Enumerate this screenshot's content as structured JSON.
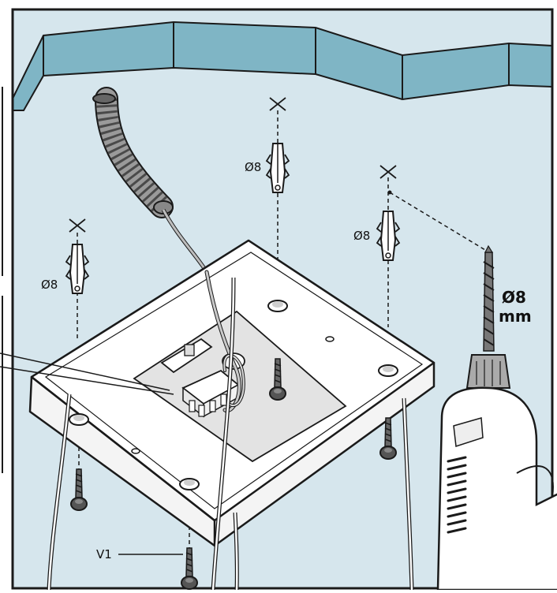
{
  "labels": {
    "plug_left": "Ø8",
    "plug_top": "Ø8",
    "plug_right": "Ø8",
    "drill_size": "Ø8",
    "drill_unit": "mm",
    "screw_ref": "V1"
  },
  "colors": {
    "ceiling": "#d6e6ed",
    "soffit": "#7fb5c5",
    "plate": "#ffffff",
    "outline": "#1a1a1a"
  },
  "icons": [
    "wall-plug-icon",
    "screw-icon",
    "drill-icon",
    "cable-conduit-icon",
    "drill-mark-icon"
  ]
}
